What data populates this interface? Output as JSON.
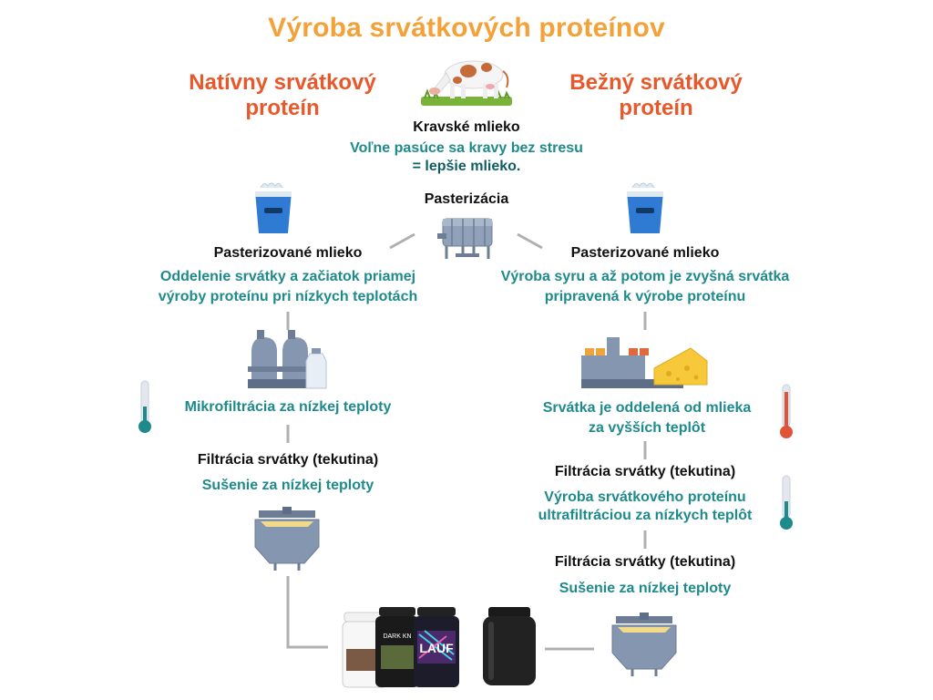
{
  "title": "Výroba srvátkových proteínov",
  "columns": {
    "left_heading": "Natívny srvátkový proteín",
    "right_heading": "Bežný srvátkový proteín"
  },
  "center": {
    "milk_label": "Kravské mlieko",
    "milk_desc_line1": "Voľne pasúce sa kravy bez stresu",
    "milk_desc_line2": "= lepšie mlieko.",
    "pasteurization_label": "Pasterizácia"
  },
  "left": {
    "pasteurized_label": "Pasterizované mlieko",
    "pasteurized_desc_line1": "Oddelenie srvátky a začiatok priamej",
    "pasteurized_desc_line2": "výroby proteínu pri nízkych teplotách",
    "microfiltration_desc": "Mikrofiltrácia za nízkej teploty",
    "whey_filtration_label": "Filtrácia srvátky (tekutina)",
    "drying_desc": "Sušenie za nízkej teploty"
  },
  "right": {
    "pasteurized_label": "Pasterizované mlieko",
    "pasteurized_desc_line1": "Výroba syru a až potom je zvyšná srvátka",
    "pasteurized_desc_line2": "pripravená k výrobe proteínu",
    "separation_desc_line1": "Srvátka je oddelená od mlieka",
    "separation_desc_line2": "za vyšších teplôt",
    "whey_filtration_label_1": "Filtrácia srvátky (tekutina)",
    "ultrafiltration_desc_line1": "Výroba srvátkového proteínu",
    "ultrafiltration_desc_line2": "ultrafiltráciou za nízkych teplôt",
    "whey_filtration_label_2": "Filtrácia srvátky (tekutina)",
    "drying_desc": "Sušenie za nízkej teploty"
  },
  "products": {
    "jar_label_1": "DARK KN",
    "jar_label_2": "LAUF"
  },
  "colors": {
    "title": "#f3a23a",
    "heading": "#e8582a",
    "teal": "#1f8a8c",
    "equipment": "#7d8ea8",
    "bucket": "#2f7bd3"
  }
}
